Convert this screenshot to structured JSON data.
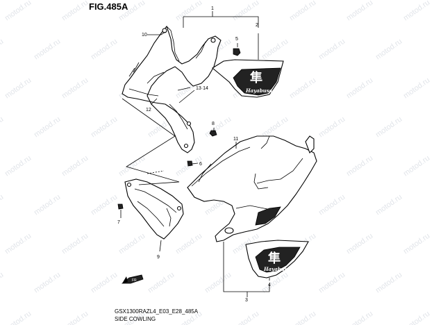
{
  "figure": {
    "title": "FIG.485A",
    "model_code": "GSX1300RAZL4_E03_E28_485A",
    "section_name": "SIDE COWLING"
  },
  "watermark": "motod.ru",
  "callouts": [
    {
      "id": "1",
      "label": "1"
    },
    {
      "id": "2",
      "label": "2"
    },
    {
      "id": "3",
      "label": "3"
    },
    {
      "id": "4",
      "label": "4"
    },
    {
      "id": "5",
      "label": "5"
    },
    {
      "id": "6",
      "label": "6"
    },
    {
      "id": "7",
      "label": "7"
    },
    {
      "id": "8",
      "label": "8"
    },
    {
      "id": "9",
      "label": "9"
    },
    {
      "id": "10",
      "label": "10"
    },
    {
      "id": "11",
      "label": "11"
    },
    {
      "id": "12",
      "label": "12"
    },
    {
      "id": "13-14",
      "label": "13·14"
    }
  ],
  "decal_text": "Hayabusa",
  "front_marker": "FR"
}
